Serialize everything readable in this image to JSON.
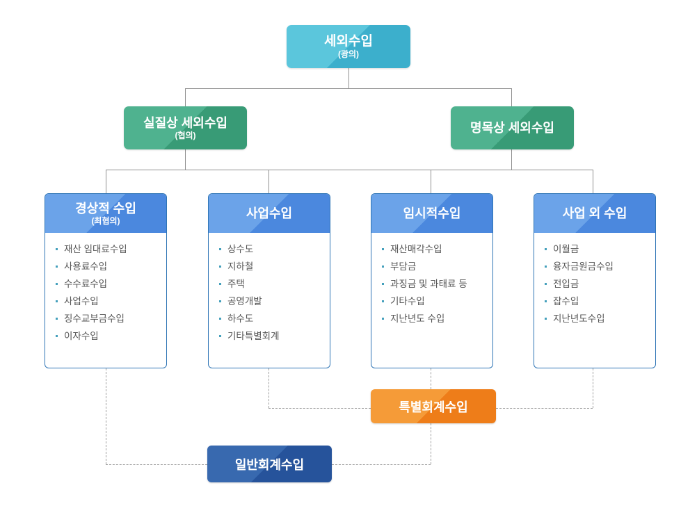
{
  "root": {
    "title": "세외수입",
    "subtitle": "(광의)"
  },
  "level2": {
    "left": {
      "title": "실질상 세외수입",
      "subtitle": "(협의)"
    },
    "right": {
      "title": "명목상 세외수입"
    }
  },
  "columns": [
    {
      "header": "경상적 수입",
      "subtitle": "(최협의)",
      "items": [
        "재산 임대료수입",
        "사용료수입",
        "수수료수입",
        "사업수입",
        "징수교부금수입",
        "이자수입"
      ]
    },
    {
      "header": "사업수입",
      "items": [
        "상수도",
        "지하철",
        "주택",
        "공영개발",
        "하수도",
        "기타특별회계"
      ]
    },
    {
      "header": "임시적수입",
      "items": [
        "재산매각수입",
        "부담금",
        "과징금 및 과태료 등",
        "기타수입",
        "지난년도 수입"
      ]
    },
    {
      "header": "사업 외 수입",
      "items": [
        "이월금",
        "융자금원금수입",
        "전입금",
        "잡수입",
        "지난년도수입"
      ]
    }
  ],
  "footers": {
    "special": {
      "label": "특별회계수입"
    },
    "general": {
      "label": "일반회계수입"
    }
  },
  "colors": {
    "root_light": "#5BC6DC",
    "root_dark": "#3CAFCC",
    "level2_light": "#4FB28F",
    "level2_dark": "#389B76",
    "column_header_light": "#6BA3E9",
    "column_header_dark": "#4B88DE",
    "card_border": "#2E74B5",
    "special_light": "#F59B38",
    "special_dark": "#EE7D19",
    "general_light": "#3869AF",
    "general_dark": "#26539B",
    "bullet": "#45A0BC",
    "connector_solid": "#8F8F8F",
    "connector_dashed": "#9E9E9E",
    "body_text": "#555555"
  }
}
